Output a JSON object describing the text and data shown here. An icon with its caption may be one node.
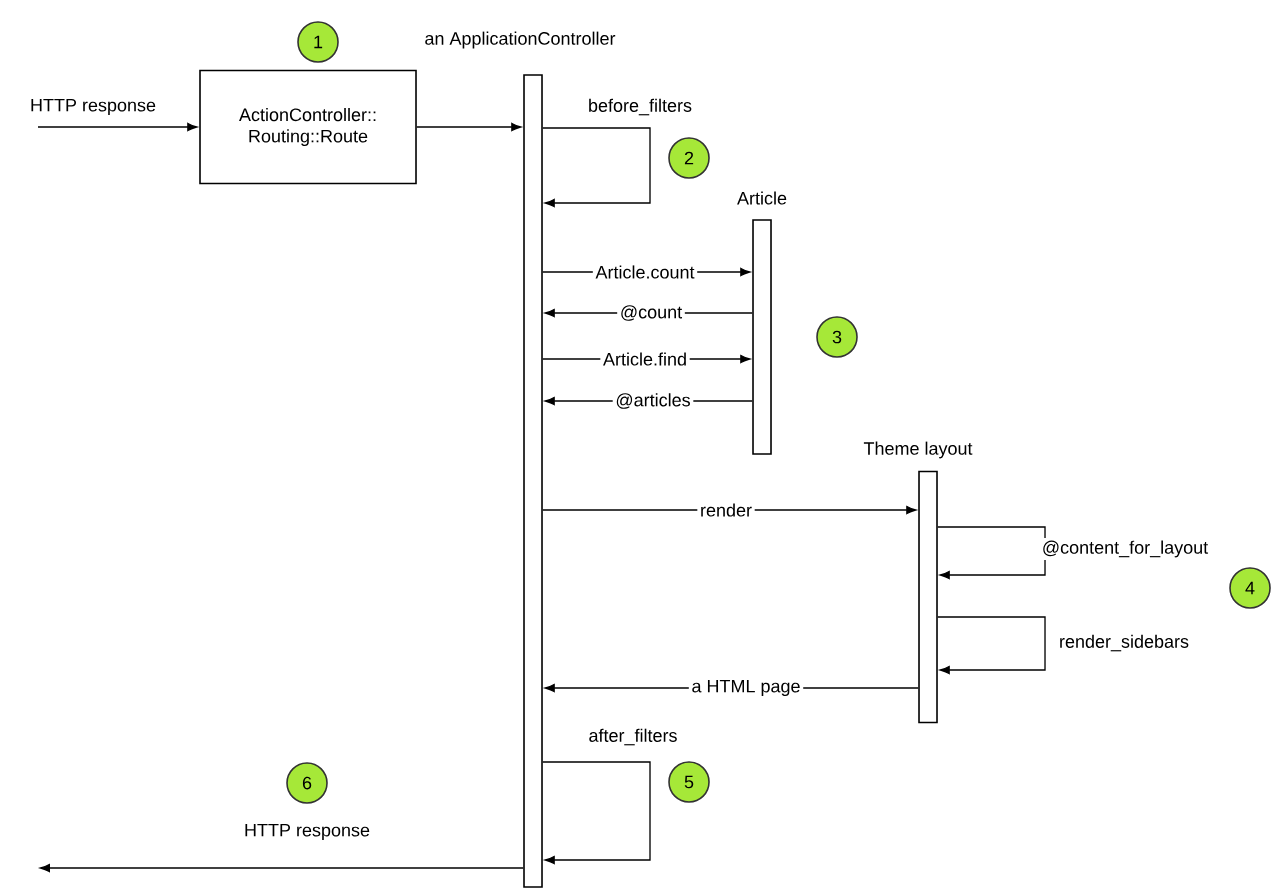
{
  "diagram": {
    "nodes": [
      {
        "text": [
          "ActionController:: Routing::Route"
        ]
      },
      {
        "text": [
          "an ApplicationController"
        ]
      },
      {
        "text": [
          "Article"
        ]
      },
      {
        "text": [
          "Theme layout"
        ]
      },
      {
        "text": [
          "1"
        ]
      },
      {
        "text": [
          "2"
        ]
      },
      {
        "text": [
          "3"
        ]
      },
      {
        "text": [
          "4"
        ]
      },
      {
        "text": [
          "5"
        ]
      },
      {
        "text": [
          "6"
        ]
      }
    ],
    "edges": [
      {
        "from": null,
        "to": 0,
        "arrow": "to",
        "label": "HTTP response"
      },
      {
        "from": 0,
        "to": 1,
        "arrow": "to"
      },
      {
        "from": 1,
        "to": 1,
        "arrow": "to",
        "label": "before_filters"
      },
      {
        "from": 1,
        "to": 2,
        "arrow": "to",
        "label": "Article.count"
      },
      {
        "from": 2,
        "to": 1,
        "arrow": "to",
        "label": "@count"
      },
      {
        "from": 1,
        "to": 2,
        "arrow": "to",
        "label": "Article.find"
      },
      {
        "from": 2,
        "to": 1,
        "arrow": "to",
        "label": "@articles"
      },
      {
        "from": 1,
        "to": 3,
        "arrow": "to",
        "label": "render"
      },
      {
        "from": 3,
        "to": 3,
        "arrow": "to",
        "label": "@content_for_layout"
      },
      {
        "from": 3,
        "to": 3,
        "arrow": "to",
        "label": "render_sidebars"
      },
      {
        "from": 3,
        "to": 1,
        "arrow": "to",
        "label": "a HTML page"
      },
      {
        "from": 1,
        "to": 1,
        "arrow": "to",
        "label": "after_filters"
      },
      {
        "from": 1,
        "to": null,
        "arrow": "to",
        "label": "HTTP response"
      }
    ]
  }
}
